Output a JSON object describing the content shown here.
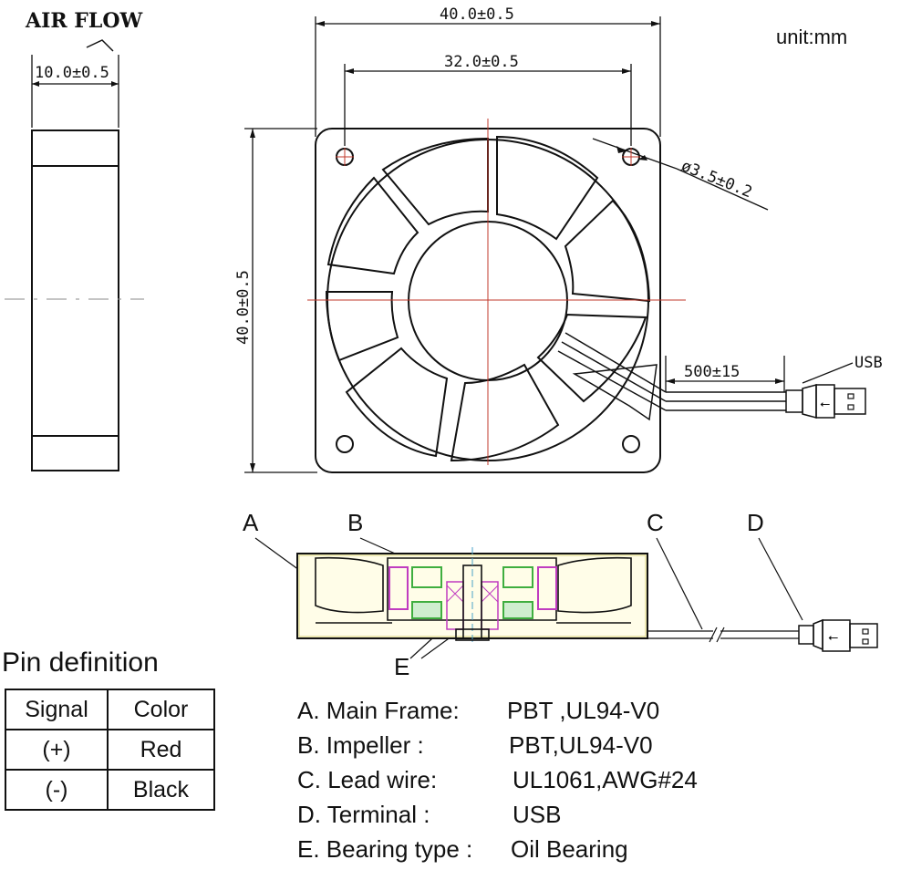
{
  "header": {
    "air_flow": "AIR FLOW",
    "unit": "unit:mm"
  },
  "dimensions": {
    "thickness": "10.0±0.5",
    "width_outer": "40.0±0.5",
    "hole_spacing": "32.0±0.5",
    "height_outer": "40.0±0.5",
    "hole_diameter": "ø3.5±0.2",
    "cable_length": "500±15",
    "connector": "USB"
  },
  "callouts": {
    "a": "A",
    "b": "B",
    "c": "C",
    "d": "D",
    "e": "E"
  },
  "pin_definition": {
    "title": "Pin definition",
    "headers": [
      "Signal",
      "Color"
    ],
    "rows": [
      [
        "(+)",
        "Red"
      ],
      [
        "(-)",
        "Black"
      ]
    ]
  },
  "specs": [
    {
      "key": "A.  Main Frame:",
      "value": "PBT ,UL94-V0"
    },
    {
      "key": "B.  Impeller :",
      "value": "PBT,UL94-V0"
    },
    {
      "key": "C.  Lead wire:",
      "value": "UL1061,AWG#24"
    },
    {
      "key": "D. Terminal :",
      "value": "USB"
    },
    {
      "key": "E.  Bearing type :",
      "value": "Oil Bearing"
    }
  ],
  "colors": {
    "line": "#111111",
    "centerline": "#c0392b",
    "magenta": "#c03cc0",
    "green": "#3fae3f",
    "cyan": "#4aa3c8"
  }
}
